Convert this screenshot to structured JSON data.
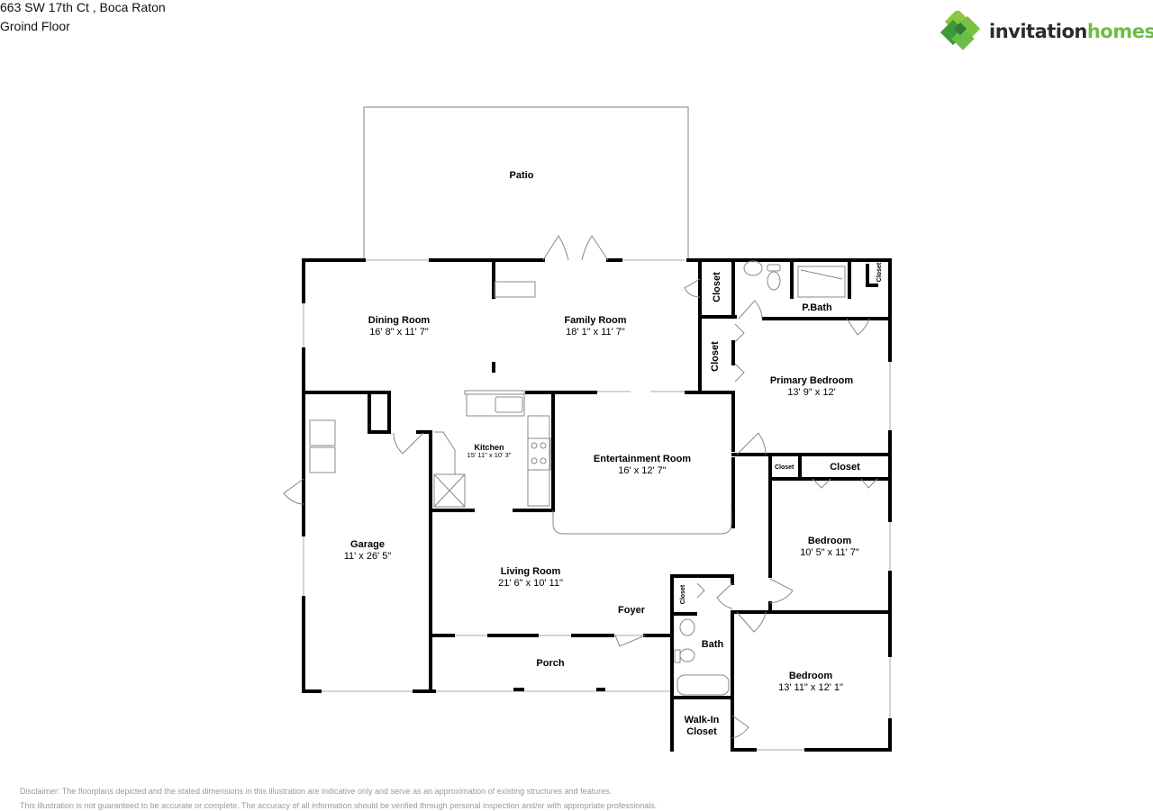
{
  "header": {
    "address": "663 SW 17th Ct , Boca Raton",
    "floor": "Groind Floor"
  },
  "brand": {
    "name_part1": "invitation",
    "name_part2": "homes",
    "colors": {
      "dark": "#2b2b2b",
      "green": "#6cbd45",
      "green_dark": "#3d9a3a"
    }
  },
  "rooms": {
    "patio": {
      "name": "Patio"
    },
    "dining": {
      "name": "Dining Room",
      "dims": "16' 8\" x 11' 7\""
    },
    "family": {
      "name": "Family Room",
      "dims": "18' 1\" x 11' 7\""
    },
    "closet_top": {
      "name": "Closet"
    },
    "pbath": {
      "name": "P.Bath"
    },
    "closet_pbath": {
      "name": "Closet"
    },
    "closet_primary": {
      "name": "Closet"
    },
    "primary": {
      "name": "Primary Bedroom",
      "dims": "13' 9\" x 12'"
    },
    "kitchen": {
      "name": "Kitchen",
      "dims": "15' 11\" x 10' 3\""
    },
    "entertainment": {
      "name": "Entertainment Room",
      "dims": "16' x 12' 7\""
    },
    "closet_small": {
      "name": "Closet"
    },
    "closet_bed2": {
      "name": "Closet"
    },
    "bedroom2": {
      "name": "Bedroom",
      "dims": "10' 5\" x 11' 7\""
    },
    "garage": {
      "name": "Garage",
      "dims": "11' x 26' 5\""
    },
    "living": {
      "name": "Living Room",
      "dims": "21' 6\" x 10' 11\""
    },
    "foyer": {
      "name": "Foyer"
    },
    "closet_bath": {
      "name": "Closet"
    },
    "bath": {
      "name": "Bath"
    },
    "porch": {
      "name": "Porch"
    },
    "bedroom3": {
      "name": "Bedroom",
      "dims": "13' 11\" x 12' 1\""
    },
    "walkin": {
      "name": "Walk-In Closet"
    }
  },
  "disclaimer": {
    "line1": "Disclaimer: The floorplans depicted and the stated dimensions in this illustration are indicative only and serve as an approximation of existing structures and features.",
    "line2": "This illustration is not guaranteed to be accurate or complete. The accuracy of all information should be verified through personal inspection and/or with appropriate professionals."
  }
}
